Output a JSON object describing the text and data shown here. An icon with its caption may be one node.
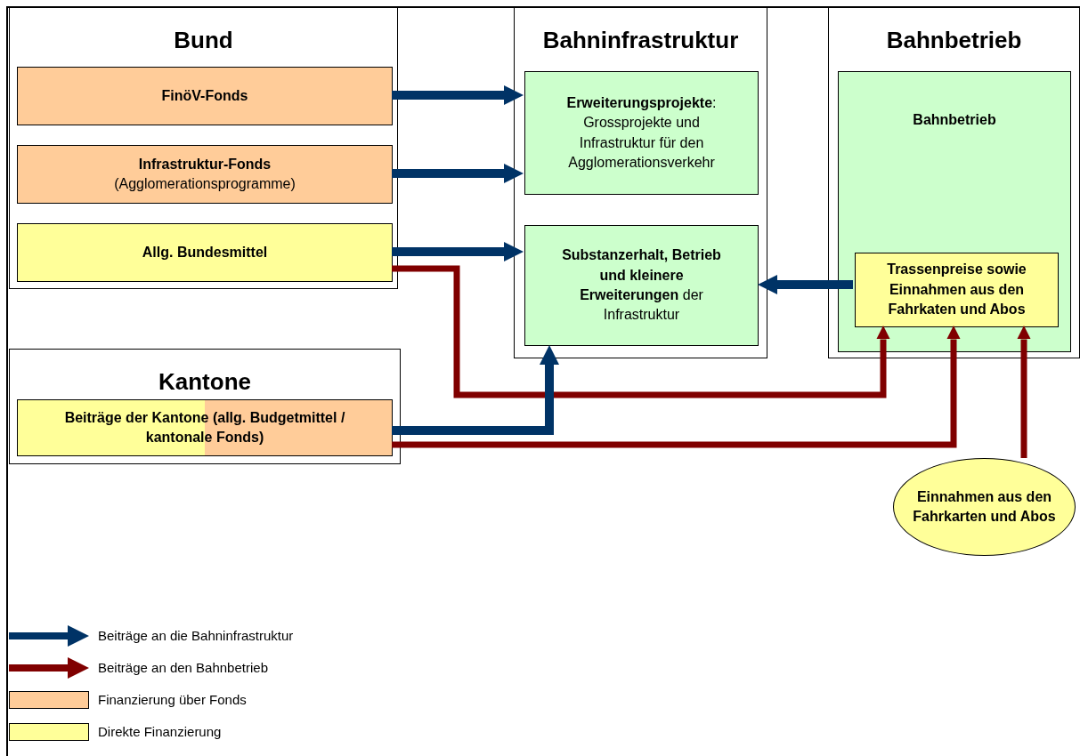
{
  "diagram": {
    "nodes": [
      {
        "text": [
          "Bund"
        ]
      },
      {
        "text": [
          "FinöV-Fonds"
        ],
        "in": 0
      },
      {
        "text": [
          "Infrastruktur-Fonds",
          "(Agglomerationsprogramme)"
        ],
        "in": 0
      },
      {
        "text": [
          "Allg. Bundesmittel"
        ],
        "in": 0
      },
      {
        "text": [
          "Kantone"
        ]
      },
      {
        "text": [
          "Beiträge der Kantone (allg. Budgetmittel / kantonale Fonds)"
        ],
        "in": 4
      },
      {
        "text": [
          "Bahninfrastruktur"
        ]
      },
      {
        "text": [
          "**Erweiterungsprojekte**: Grossprojekte und Infrastruktur für den Agglomerationsverkehr"
        ],
        "in": 6
      },
      {
        "text": [
          "**Substanzerhalt, Betrieb und kleinere Erweiterungen** der Infrastruktur"
        ],
        "in": 6
      },
      {
        "text": [
          "Bahnbetrieb"
        ]
      },
      {
        "text": [
          "Bahnbetrieb"
        ],
        "in": 9
      },
      {
        "text": [
          "Trassenpreise sowie Einnahmen aus den Fahrkaten und Abos"
        ],
        "in": 10
      },
      {
        "text": [
          "Einnahmen aus den Fahrkarten und Abos"
        ]
      }
    ],
    "edges": [
      {
        "from": 1,
        "to": 7,
        "arrow": "to"
      },
      {
        "from": 2,
        "to": 7,
        "arrow": "to"
      },
      {
        "from": 3,
        "to": 8,
        "arrow": "to"
      },
      {
        "from": 3,
        "to": 11,
        "arrow": "to",
        "color": "#800000"
      },
      {
        "from": 5,
        "to": 8,
        "arrow": "to"
      },
      {
        "from": 5,
        "to": 11,
        "arrow": "to",
        "color": "#800000"
      },
      {
        "from": 12,
        "to": 11,
        "arrow": "to",
        "color": "#800000"
      },
      {
        "from": 11,
        "to": 8,
        "arrow": "to"
      }
    ],
    "legend": [
      {
        "text": "Beiträge an die Bahninfrastruktur"
      },
      {
        "text": "Beiträge an den Bahnbetrieb"
      },
      {
        "text": "Finanzierung über Fonds",
        "color": "#ffcc99"
      },
      {
        "text": "Direkte Finanzierung",
        "color": "#ffff99"
      }
    ]
  }
}
